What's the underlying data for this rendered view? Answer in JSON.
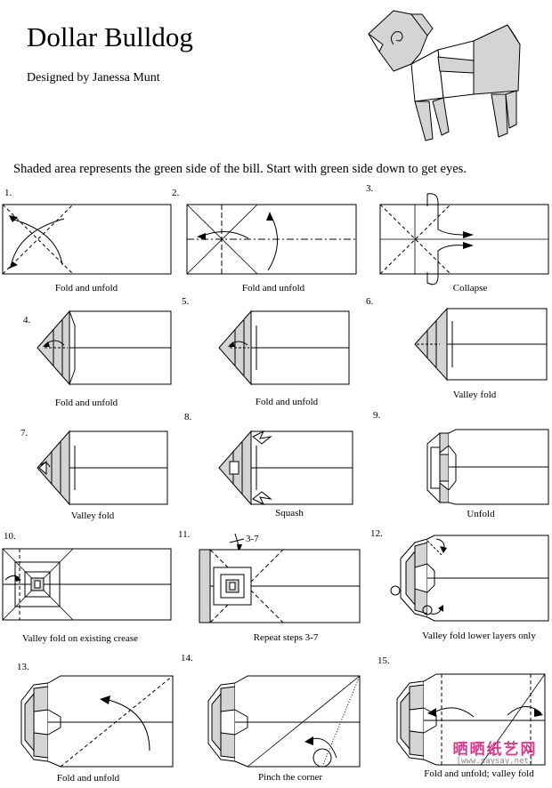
{
  "title": "Dollar Bulldog",
  "designer": "Designed by Janessa Munt",
  "intro": "Shaded area represents the green side of the bill. Start with green side down to get eyes.",
  "steps": [
    {
      "num": "1.",
      "caption": "Fold and unfold"
    },
    {
      "num": "2.",
      "caption": "Fold and unfold"
    },
    {
      "num": "3.",
      "caption": "Collapse"
    },
    {
      "num": "4.",
      "caption": "Fold and unfold"
    },
    {
      "num": "5.",
      "caption": "Fold and unfold"
    },
    {
      "num": "6.",
      "caption": "Valley fold"
    },
    {
      "num": "7.",
      "caption": "Valley fold"
    },
    {
      "num": "8.",
      "caption": "Squash"
    },
    {
      "num": "9.",
      "caption": "Unfold"
    },
    {
      "num": "10.",
      "caption": "Valley fold on existing crease"
    },
    {
      "num": "11.",
      "caption": "Repeat steps 3-7",
      "annotation": "3-7"
    },
    {
      "num": "12.",
      "caption": "Valley fold lower layers only"
    },
    {
      "num": "13.",
      "caption": "Fold and unfold"
    },
    {
      "num": "14.",
      "caption": "Pinch the corner"
    },
    {
      "num": "15.",
      "caption": "Fold and unfold; valley fold"
    }
  ],
  "watermark": {
    "main": "晒晒纸艺网",
    "url": "[www.saysay.net]"
  },
  "colors": {
    "shade": "#d4d4d4",
    "line": "#000000",
    "watermark": "#e0378d"
  }
}
